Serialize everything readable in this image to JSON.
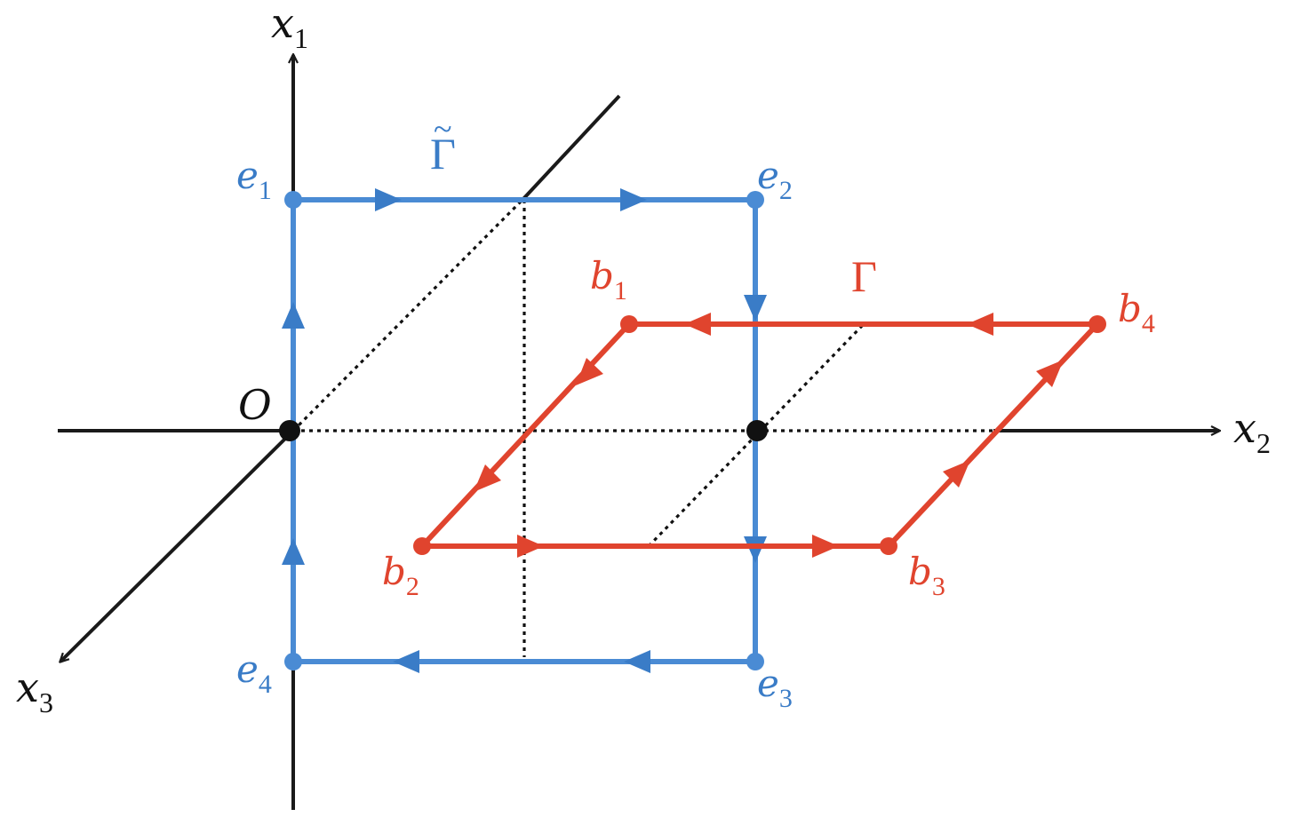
{
  "colors": {
    "axis": "#1a1a1a",
    "blue": "#4a8bd4",
    "blue_text": "#3a7cc7",
    "red": "#e0442e",
    "dotted": "#111111"
  },
  "axes": {
    "x1": {
      "letter": "x",
      "sub": "1"
    },
    "x2": {
      "letter": "x",
      "sub": "2"
    },
    "x3": {
      "letter": "x",
      "sub": "3"
    },
    "origin": "O"
  },
  "blue_path": {
    "name": "Γ",
    "tilde": "~",
    "vertices": [
      {
        "letter": "e",
        "sub": "1"
      },
      {
        "letter": "e",
        "sub": "2"
      },
      {
        "letter": "e",
        "sub": "3"
      },
      {
        "letter": "e",
        "sub": "4"
      }
    ]
  },
  "red_path": {
    "name": "Γ",
    "vertices": [
      {
        "letter": "b",
        "sub": "1"
      },
      {
        "letter": "b",
        "sub": "2"
      },
      {
        "letter": "b",
        "sub": "3"
      },
      {
        "letter": "b",
        "sub": "4"
      }
    ]
  }
}
